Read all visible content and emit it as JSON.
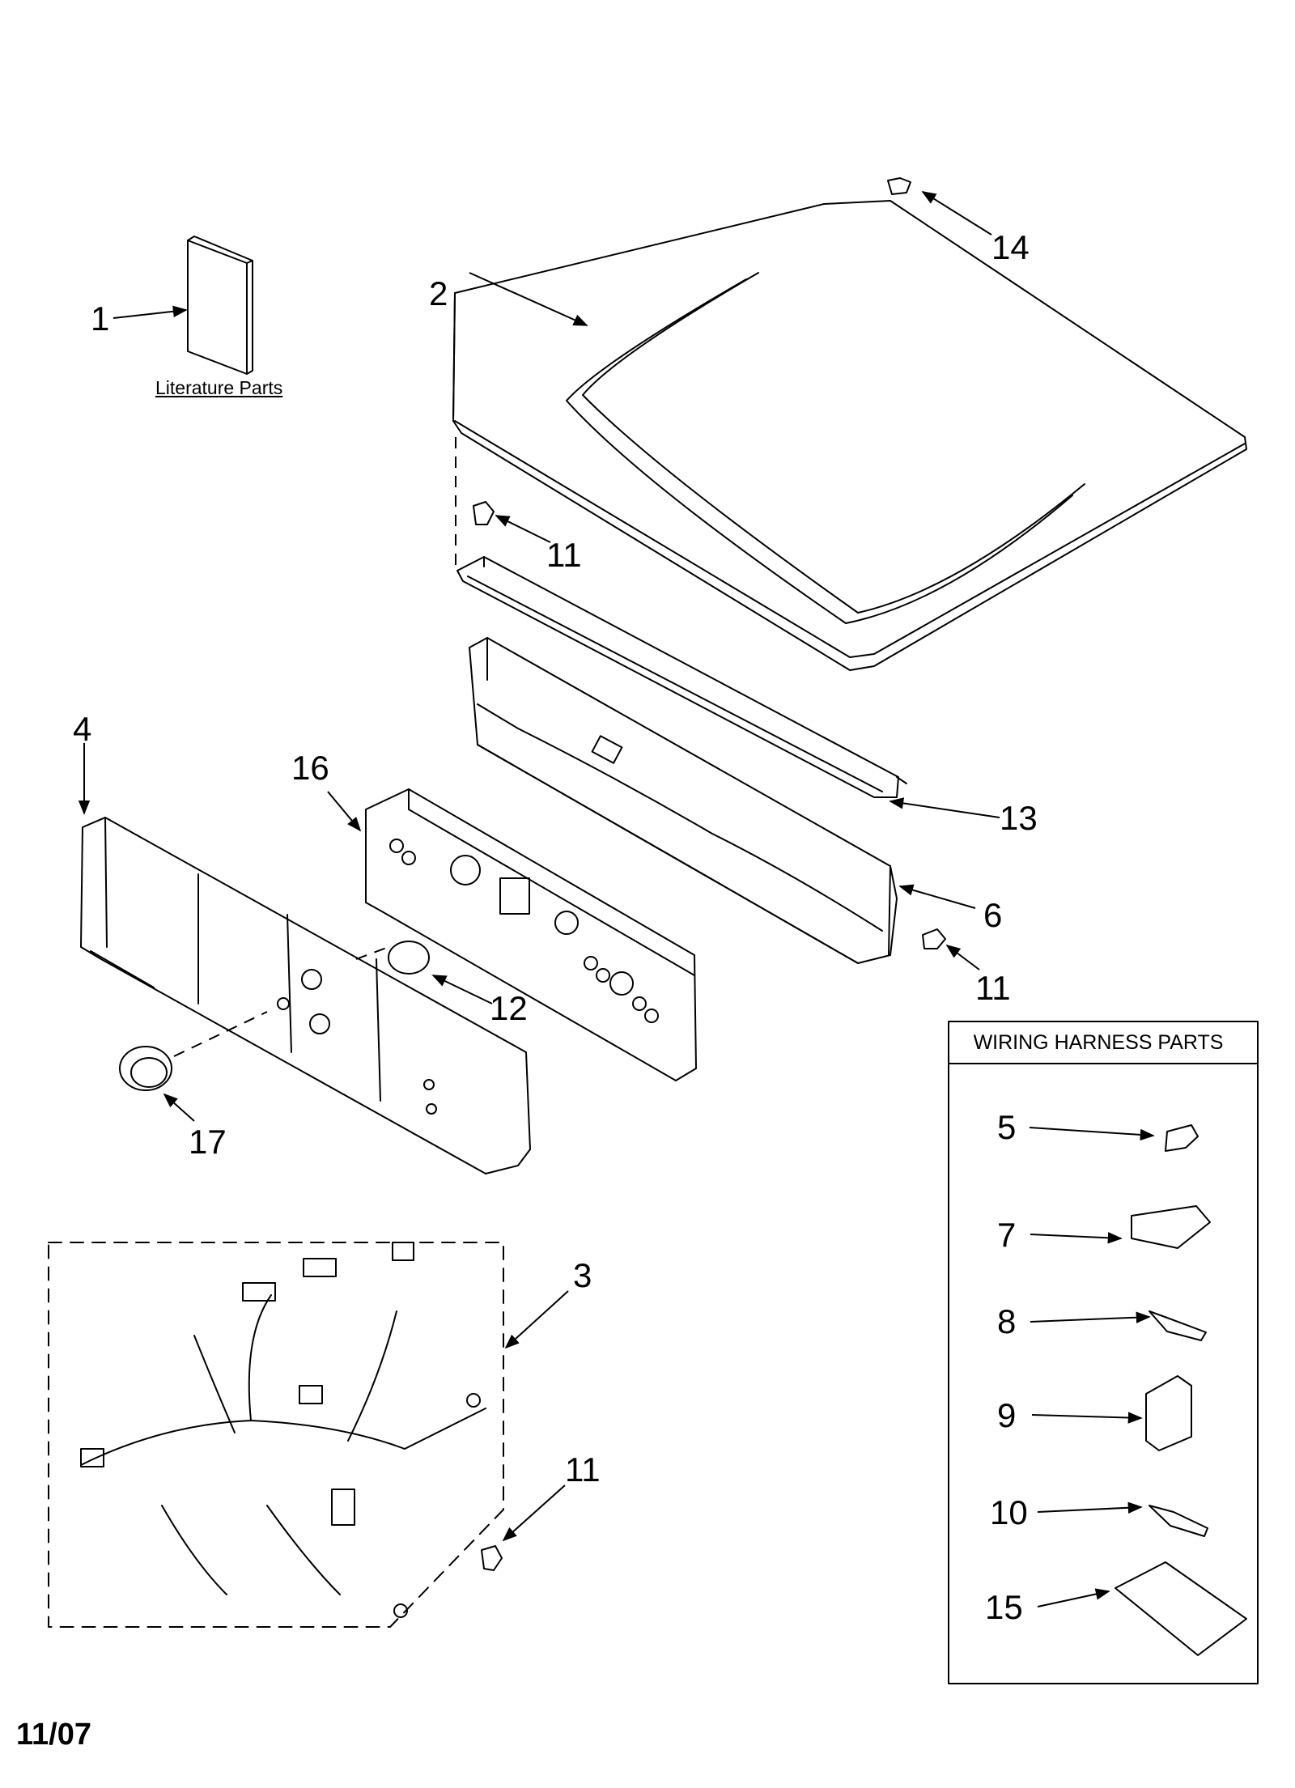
{
  "labels": {
    "literature": "Literature Parts",
    "wiring_box_title": "WIRING HARNESS PARTS",
    "date_code": "11/07"
  },
  "callouts": {
    "c1": "1",
    "c2": "2",
    "c3": "3",
    "c4": "4",
    "c5": "5",
    "c6": "6",
    "c7": "7",
    "c8": "8",
    "c9": "9",
    "c10": "10",
    "c11_screw_top": "11",
    "c11_screw_right": "11",
    "c11_screw_harness": "11",
    "c12": "12",
    "c13": "13",
    "c14": "14",
    "c15": "15",
    "c16": "16",
    "c17": "17"
  }
}
